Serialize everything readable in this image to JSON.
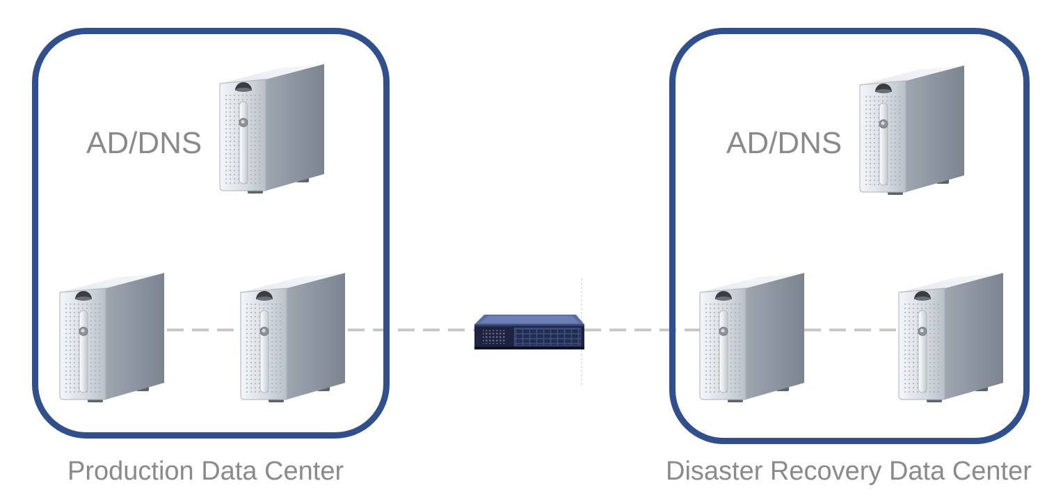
{
  "sites": [
    {
      "label": "Production Data Center",
      "server_role_label": "AD/DNS"
    },
    {
      "label": "Disaster Recovery Data Center",
      "server_role_label": "AD/DNS"
    }
  ],
  "colors": {
    "frame": "#2f4f8f",
    "link": "#c8c8c8",
    "label_text": "#8a8a8a"
  },
  "icons": {
    "server": "tower-server-icon",
    "switch": "network-switch-icon"
  }
}
